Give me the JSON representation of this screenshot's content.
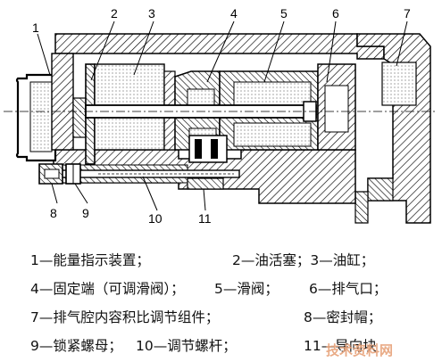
{
  "callouts": [
    "1",
    "2",
    "3",
    "4",
    "5",
    "6",
    "7",
    "8",
    "9",
    "10",
    "11"
  ],
  "legend": {
    "row1": [
      "1—能量指示装置；",
      "2—油活塞；3—油缸；"
    ],
    "row2": [
      "4—固定端（可调滑阀）；",
      "5—滑阀；",
      "6—排气口；"
    ],
    "row3": [
      "7—排气腔内容积比调节组件；",
      "8—密封帽；"
    ],
    "row4": [
      "9—锁紧螺母；",
      "10—调节螺杆；",
      "11—导向块"
    ]
  },
  "watermark": "技术资料网",
  "colors": {
    "ink": "#000000",
    "paper": "#ffffff",
    "watermark": "#e7a27a"
  }
}
